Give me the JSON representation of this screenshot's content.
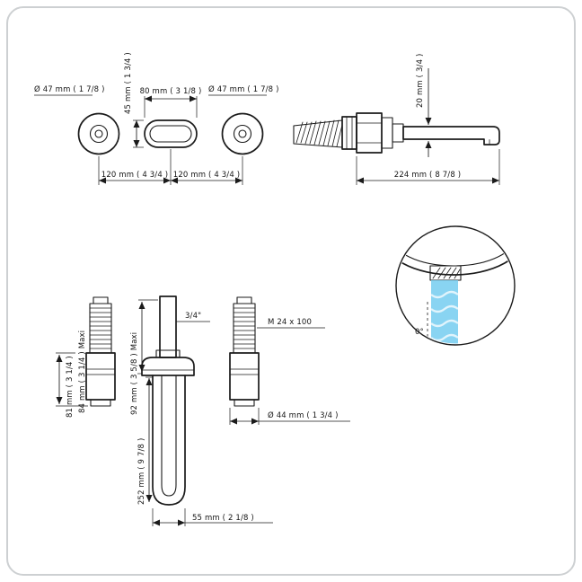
{
  "front_view": {
    "left_escutcheon_diameter": "Ø 47 mm ( 1 7/8 )",
    "right_escutcheon_diameter": "Ø 47 mm ( 1 7/8 )",
    "spout_plate_width": "80 mm ( 3 1/8 )",
    "spout_plate_height": "45 mm ( 1 3/4 )",
    "left_center_spacing": "120 mm ( 4 3/4 )",
    "right_center_spacing": "120 mm ( 4 3/4 )"
  },
  "side_view": {
    "spout_drop": "20 mm ( 3/4 )",
    "spout_reach": "224 mm ( 8 7/8 )"
  },
  "detail_view": {
    "stream_angle": "0°"
  },
  "install_view": {
    "left_valve_height": "81 mm ( 3 1/4 )",
    "left_valve_height_max": "84 mm ( 3 1/4 ) Maxi",
    "stem_height_max": "92 mm ( 3 5/8 ) Maxi",
    "stem_connection": "3/4\"",
    "thread_spec": "M 24 x 100",
    "valve_diameter": "Ø 44 mm ( 1 3/4 )",
    "tube_length": "252 mm ( 9 7/8 )",
    "tube_width": "55 mm ( 2 1/8 )"
  },
  "colors": {
    "line": "#1b1b1b",
    "water": "#74cdf0",
    "frame": "#cdd0d2"
  }
}
